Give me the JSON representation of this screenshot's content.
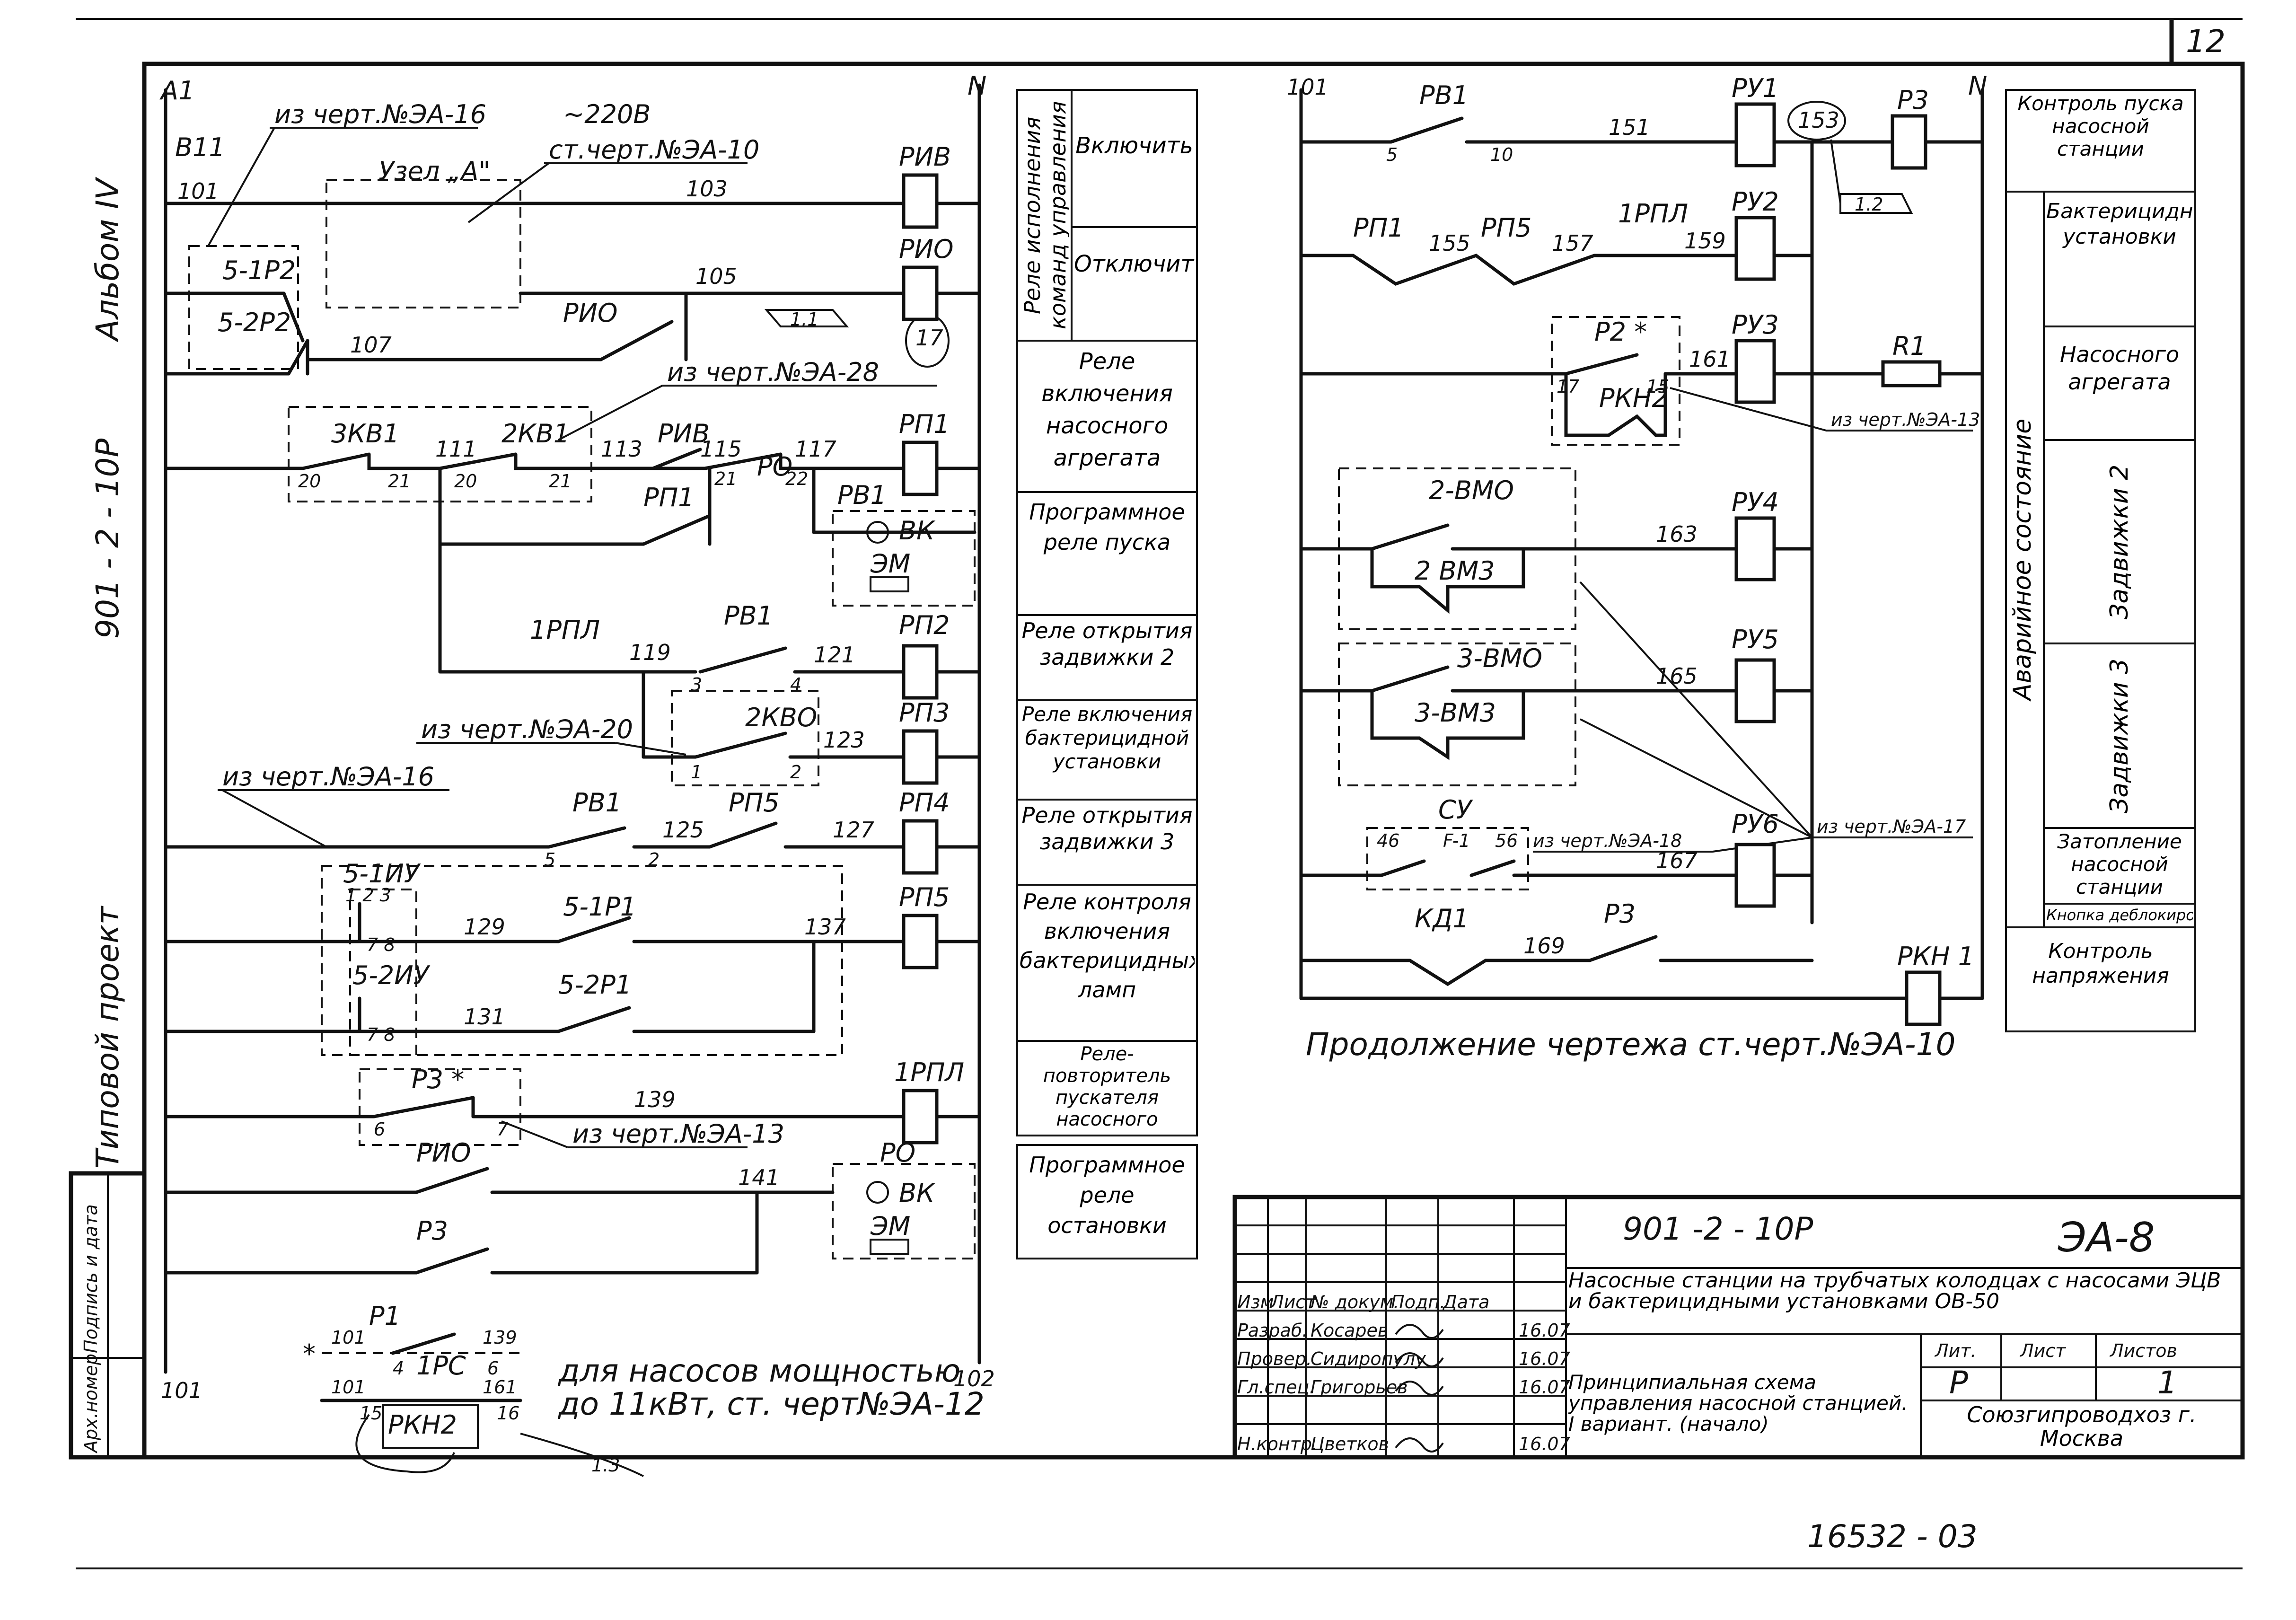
{
  "sheet": {
    "page_number": "12",
    "project_side": "Типовой проект",
    "project_code_side": "901 - 2 - 10Р",
    "album": "Альбом IV",
    "stamp_left": [
      "Подпись и дата",
      "Арх.номер"
    ],
    "bottom_code": "16532 - 03"
  },
  "left_circuit": {
    "top_left_labels": {
      "phase": "А1",
      "breaker": "В11",
      "neutral": "N",
      "wire_top": "101",
      "wire_bottom": "101",
      "wire_102": "102"
    },
    "voltage": "~220В",
    "refs": {
      "ref_16_top": "из черт.№ЭА-16",
      "node_a": "Узел „А\"",
      "ref_10": "ст.черт.№ЭА-10",
      "ref_28": "из черт.№ЭА-28",
      "ref_20": "из черт.№ЭА-20",
      "ref_16_mid": "из черт.№ЭА-16",
      "ref_13": "из черт.№ЭА-13",
      "tag_17": "17",
      "tag_11": "1.1",
      "tag_13": "1.3"
    },
    "contacts": {
      "c_5_1p2": "5-1Р2",
      "c_5_2p2": "5-2Р2",
      "c_pio": "РИО",
      "c_3kv1": "3КВ1",
      "c_2kv1": "2КВ1",
      "c_piv": "РИВ",
      "c_po": "РО",
      "c_pp1": "РП1",
      "c_1ppl": "1РПЛ",
      "c_pv1": "РВ1",
      "c_2kvo": "2КВО",
      "c_pv1b": "РВ1",
      "c_pp5": "РП5",
      "c_5_1iu": "5-1ИУ",
      "c_5_2iu": "5-2ИУ",
      "c_5_1p1": "5-1Р1",
      "c_5_2p1": "5-2Р1",
      "c_p3s": "Р3 *",
      "c_pio2": "РИО",
      "c_p3": "Р3",
      "c_vk": "ВК",
      "c_em": "ЭМ",
      "c_pv1_box": "РВ1",
      "c_vk2": "ВК",
      "c_em2": "ЭМ",
      "c_po2": "РО",
      "iu_terms": "1  2  3",
      "iu_78a": "7  8",
      "iu_78b": "7  8"
    },
    "wires": {
      "w103": "103",
      "w105": "105",
      "w107": "107",
      "w111": "111",
      "w113": "113",
      "w115": "115",
      "w117": "117",
      "w119": "119",
      "w121": "121",
      "w123": "123",
      "w125": "125",
      "w127": "127",
      "w129": "129",
      "w131": "131",
      "w137": "137",
      "w139": "139",
      "w141": "141",
      "t20a": "20",
      "t21a": "21",
      "t20b": "20",
      "t21b": "21",
      "t21c": "21",
      "t22": "22",
      "t3": "3",
      "t4": "4",
      "t1": "1",
      "t2": "2",
      "t5": "5",
      "t2b": "2",
      "t6": "6",
      "t7": "7"
    },
    "coils": [
      "РИВ",
      "РИО",
      "РП1",
      "РП2",
      "РП3",
      "РП4",
      "РП5",
      "1РПЛ"
    ],
    "footnote": {
      "p1": "Р1",
      "one_pc": "1РС",
      "pkn2": "РКН2",
      "w101a": "101",
      "w139": "139",
      "w101b": "101",
      "w161": "161",
      "t4": "4",
      "t6": "6",
      "t15": "15",
      "t16": "16",
      "star": "*",
      "text1": "для насосов мощностью",
      "text2": "до 11кВт, ст. черт№ЭА-12"
    }
  },
  "purpose_column": [
    {
      "text": "Реле исполнения команд управления"
    },
    {
      "text": "Включить"
    },
    {
      "text": "Отключить"
    },
    {
      "text": "Реле включения насосного агрегата"
    },
    {
      "text": "Программное реле пуска"
    },
    {
      "text": "Реле открытия задвижки 2"
    },
    {
      "text": "Реле включения бактерицидной установки"
    },
    {
      "text": "Реле открытия задвижки 3"
    },
    {
      "text": "Реле контроля включения бактерицидных ламп"
    },
    {
      "text": "Реле-повторитель пускателя насосного агрегата"
    },
    {
      "text": "Программное реле остановки"
    }
  ],
  "right_circuit": {
    "labels": {
      "w101": "101",
      "neutral": "N",
      "pv1": "РВ1",
      "t5": "5",
      "t10": "10",
      "w151": "151",
      "tag153": "153",
      "tag12": "1.2",
      "p3": "Р3",
      "pp1": "РП1",
      "w155": "155",
      "pp5": "РП5",
      "w157": "157",
      "ppl": "1РПЛ",
      "w159": "159",
      "p2": "Р2 *",
      "t17": "17",
      "t15": "15",
      "pkn2": "РКН2",
      "w161": "161",
      "r1": "R1",
      "ref13": "из черт.№ЭА-13",
      "vmo2": "2-ВМО",
      "vm32": "2 ВМ3",
      "w163": "163",
      "vmo3": "3-ВМО",
      "vm33": "3-ВМ3",
      "w165": "165",
      "cy": "СУ",
      "f1": "F-1",
      "t46": "46",
      "t56": "56",
      "ref18": "из черт.№ЭА-18",
      "w167": "167",
      "kd1": "КД1",
      "w169": "169",
      "p3b": "Р3",
      "ref17": "из черт.№ЭА-17",
      "pkn1": "РКН 1"
    },
    "coils": [
      "РУ1",
      "РУ2",
      "РУ3",
      "РУ4",
      "РУ5",
      "РУ6"
    ],
    "continuation": "Продолжение чертежа ст.черт.№ЭА-10"
  },
  "status_column": {
    "group_label": "Аварийное состояние",
    "rows": [
      {
        "text": "Контроль пуска насосной станции"
      },
      {
        "text": "Бактерицидной установки"
      },
      {
        "text": "Насосного агрегата"
      },
      {
        "text": "Задвижки 2"
      },
      {
        "text": "Задвижки 3"
      },
      {
        "text": "Затопление насосной станции"
      },
      {
        "text": "Кнопка деблокировки"
      },
      {
        "text": "Контроль напряжения"
      }
    ]
  },
  "title_block": {
    "code": "901 -2 - 10Р",
    "sheet_id": "ЭА-8",
    "title": "Насосные станции на трубчатых колодцах с насосами ЭЦВ и бактерицидными установками ОВ-50",
    "drawing_name": "Принципиальная схема управления насосной станцией. I вариант. (начало)",
    "org": "Союзгипроводхоз г. Москва",
    "headers": [
      "Изм",
      "Лист",
      "№ докум.",
      "Подп.",
      "Дата"
    ],
    "roles": [
      {
        "role": "Разраб.",
        "name": "Косарев",
        "date": "16.07"
      },
      {
        "role": "Провер.",
        "name": "Сидиропулу",
        "date": "16.07"
      },
      {
        "role": "Гл.спец.",
        "name": "Григорьев",
        "date": "16.07"
      },
      {
        "role": "Н.контр.",
        "name": "Цветков",
        "date": "16.07"
      }
    ],
    "lit_label": "Лит.",
    "list_label": "Лист",
    "lists_label": "Листов",
    "lit": "Р",
    "list": "",
    "lists": "1"
  }
}
